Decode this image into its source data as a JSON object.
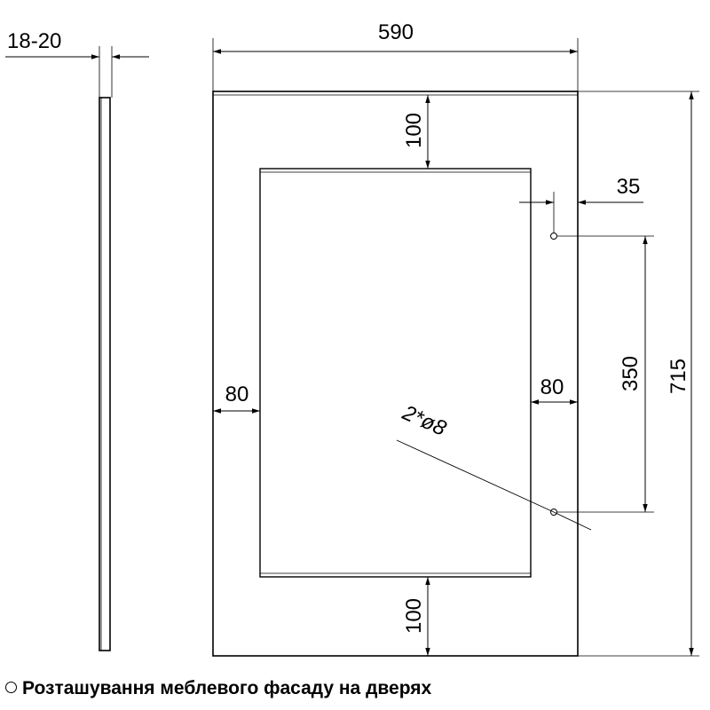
{
  "drawing": {
    "thickness_label": "18-20",
    "width_label": "590",
    "height_label": "715",
    "top_rail_label": "100",
    "bottom_rail_label": "100",
    "left_stile_label": "80",
    "right_stile_label": "80",
    "hole_offset_label": "35",
    "hole_spacing_label": "350",
    "holes_label": "2*ø8"
  },
  "caption": {
    "text": "Розташування меблевого фасаду на дверях"
  },
  "colors": {
    "line": "#000000",
    "background": "#ffffff"
  }
}
